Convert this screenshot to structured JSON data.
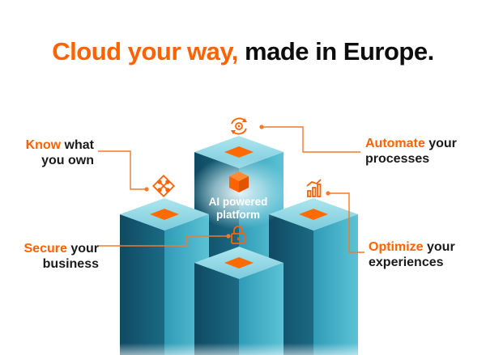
{
  "headline": {
    "accent": "Cloud your way,",
    "rest": "made in Europe."
  },
  "labels": {
    "know": {
      "accent": "Know",
      "line1_rest": " what",
      "line2": "you own"
    },
    "automate": {
      "accent": "Automate",
      "line1_rest": " your",
      "line2": "processes"
    },
    "secure": {
      "accent": "Secure",
      "line1_rest": " your",
      "line2": "business"
    },
    "optimize": {
      "accent": "Optimize",
      "line1_rest": " your",
      "line2": "experiences"
    }
  },
  "center": {
    "line1": "AI powered",
    "line2": "platform"
  },
  "icons": {
    "automate": "gear-cycle-icon",
    "know": "network-diamond-icon",
    "optimize": "growth-chart-icon",
    "secure": "padlock-icon",
    "center": "cube-icon"
  },
  "colors": {
    "accent": "#ff6200",
    "pillar_dark": "#14566e",
    "pillar_light": "#4ab8cf",
    "top_face": "#8ed8e6",
    "text": "#1a1a1a"
  }
}
